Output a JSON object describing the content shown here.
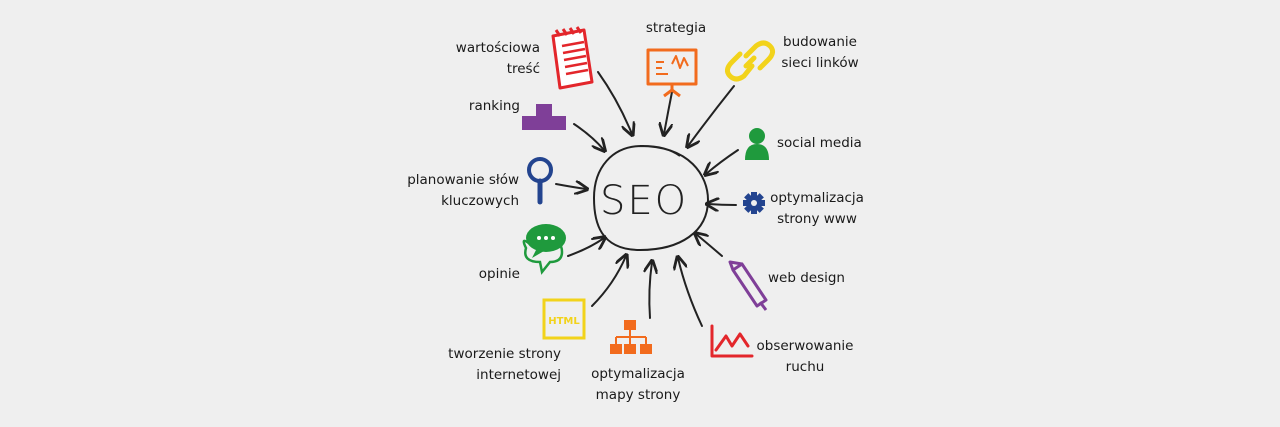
{
  "center": {
    "label": "SEO"
  },
  "nodes": {
    "content": {
      "lines": [
        "wartościowa",
        "treść"
      ]
    },
    "strategy": {
      "lines": [
        "strategia"
      ]
    },
    "links": {
      "lines": [
        "budowanie",
        "sieci linków"
      ]
    },
    "ranking": {
      "lines": [
        "ranking"
      ]
    },
    "social": {
      "lines": [
        "social media"
      ]
    },
    "keywords": {
      "lines": [
        "planowanie słów",
        "kluczowych"
      ]
    },
    "optimize": {
      "lines": [
        "optymalizacja",
        "strony www"
      ]
    },
    "reviews": {
      "lines": [
        "opinie"
      ]
    },
    "webdesign": {
      "lines": [
        "web design"
      ]
    },
    "build": {
      "lines": [
        "tworzenie strony",
        "internetowej"
      ],
      "icon_text": "HTML"
    },
    "sitemap": {
      "lines": [
        "optymalizacja",
        "mapy strony"
      ]
    },
    "traffic": {
      "lines": [
        "obserwowanie",
        "ruchu"
      ]
    }
  },
  "colors": {
    "red": "#e3262b",
    "orange": "#f26b1d",
    "yellow": "#f2d31b",
    "purple": "#7f3f98",
    "green": "#1f9a3d",
    "blue": "#23448f",
    "ink": "#222222",
    "background": "#efefef"
  },
  "icons": {
    "content": "notepad-icon",
    "strategy": "presentation-board-icon",
    "links": "chain-link-icon",
    "ranking": "podium-icon",
    "social": "person-icon",
    "keywords": "magnifier-icon",
    "optimize": "gear-icon",
    "reviews": "speech-bubbles-icon",
    "webdesign": "pencil-icon",
    "build": "html-file-icon",
    "sitemap": "sitemap-icon",
    "traffic": "line-chart-icon"
  }
}
